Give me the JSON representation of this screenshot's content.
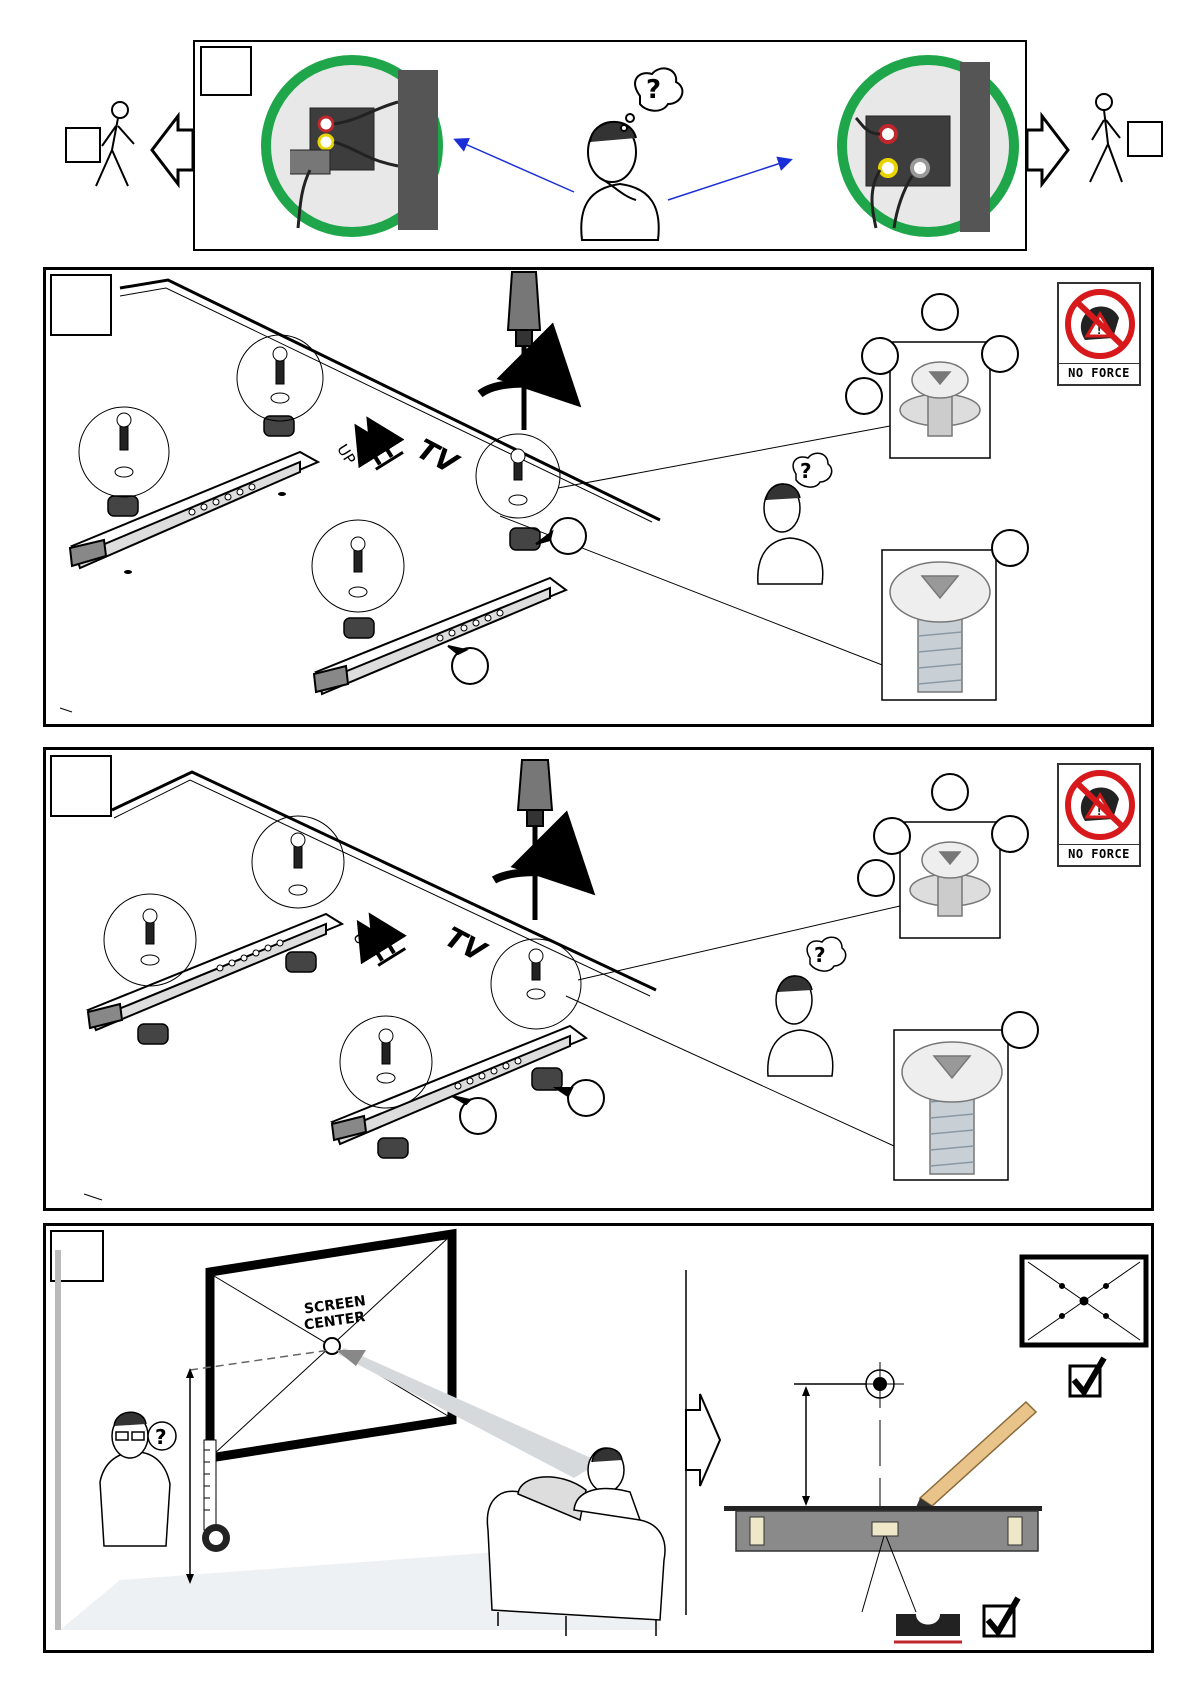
{
  "warning_badge": {
    "caption": "NO FORCE",
    "icon": "no-force-icon",
    "colors": {
      "ring": "#d7191c",
      "triangle": "#d7191c"
    }
  },
  "mount_labels": {
    "direction_up": "UP",
    "tv": "TV"
  },
  "screen_label": {
    "line1": "SCREEN",
    "line2": "CENTER"
  },
  "colors": {
    "approved_ring": "#1fa64a",
    "arrow_blue": "#1a2fd6",
    "level_red": "#c0272d",
    "rail_grey": "#8a8a8a"
  }
}
